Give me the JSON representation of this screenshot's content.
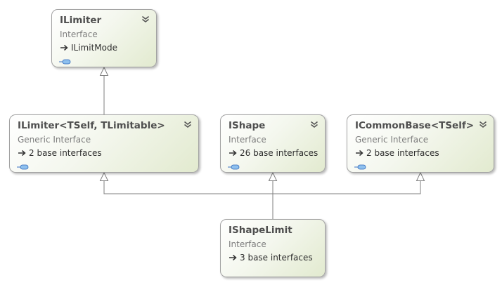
{
  "diagram": {
    "nodes": [
      {
        "id": "ilimiter",
        "name": "ILimiter",
        "kind": "Interface",
        "base": "ILimitMode",
        "has_expander": true
      },
      {
        "id": "ilimiter-generic",
        "name": "ILimiter<TSelf, TLimitable>",
        "kind": "Generic Interface",
        "base": "2 base interfaces",
        "has_expander": true
      },
      {
        "id": "ishape",
        "name": "IShape",
        "kind": "Interface",
        "base": "26 base interfaces",
        "has_expander": true
      },
      {
        "id": "icommonbase",
        "name": "ICommonBase<TSelf>",
        "kind": "Generic Interface",
        "base": "2 base interfaces",
        "has_expander": true
      },
      {
        "id": "ishapelimit",
        "name": "IShapeLimit",
        "kind": "Interface",
        "base": "3 base interfaces",
        "has_expander": false
      }
    ],
    "edges": [
      {
        "from": "ilimiter-generic",
        "to": "ilimiter",
        "type": "inheritance"
      },
      {
        "from": "ishapelimit",
        "to": "ilimiter-generic",
        "type": "inheritance"
      },
      {
        "from": "ishapelimit",
        "to": "ishape",
        "type": "inheritance"
      },
      {
        "from": "ishapelimit",
        "to": "icommonbase",
        "type": "inheritance"
      }
    ],
    "icons": {
      "collapse": "double-chevron-down-icon",
      "base_arrow": "inheritance-arrow-icon",
      "interface": "interface-lollipop-icon"
    },
    "colors": {
      "border": "#a2a2a2",
      "connector": "#7f7f7f",
      "title": "#4f4f4f",
      "kind": "#7d7d7d"
    }
  }
}
